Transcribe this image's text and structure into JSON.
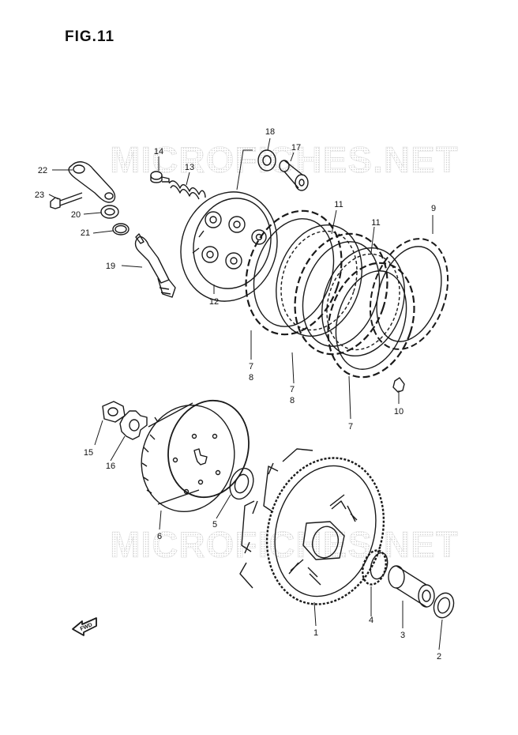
{
  "figure": {
    "title": "FIG.11",
    "watermark": "MICROFICHES.NET",
    "fwd_badge": "FWD"
  },
  "callouts": [
    {
      "id": "c1",
      "label": "1"
    },
    {
      "id": "c2",
      "label": "2"
    },
    {
      "id": "c3",
      "label": "3"
    },
    {
      "id": "c4",
      "label": "4"
    },
    {
      "id": "c5",
      "label": "5"
    },
    {
      "id": "c6",
      "label": "6"
    },
    {
      "id": "c7a",
      "label": "7"
    },
    {
      "id": "c8a",
      "label": "8"
    },
    {
      "id": "c7b",
      "label": "7"
    },
    {
      "id": "c8b",
      "label": "8"
    },
    {
      "id": "c7c",
      "label": "7"
    },
    {
      "id": "c9",
      "label": "9"
    },
    {
      "id": "c10",
      "label": "10"
    },
    {
      "id": "c11a",
      "label": "11"
    },
    {
      "id": "c11b",
      "label": "11"
    },
    {
      "id": "c12",
      "label": "12"
    },
    {
      "id": "c13",
      "label": "13"
    },
    {
      "id": "c14",
      "label": "14"
    },
    {
      "id": "c15",
      "label": "15"
    },
    {
      "id": "c16",
      "label": "16"
    },
    {
      "id": "c17",
      "label": "17"
    },
    {
      "id": "c18",
      "label": "18"
    },
    {
      "id": "c19",
      "label": "19"
    },
    {
      "id": "c20",
      "label": "20"
    },
    {
      "id": "c21",
      "label": "21"
    },
    {
      "id": "c22",
      "label": "22"
    },
    {
      "id": "c23",
      "label": "23"
    }
  ],
  "colors": {
    "ink": "#1a1a1a",
    "watermark": "#d0d0d0",
    "paper": "#ffffff"
  }
}
